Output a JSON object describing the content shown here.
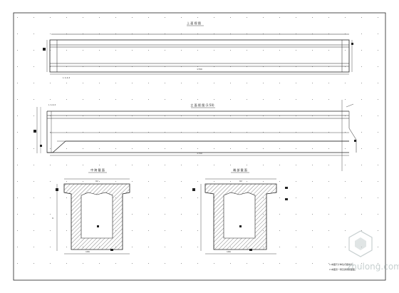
{
  "drawing": {
    "views": {
      "top_view_title": "上 面 视 图",
      "top_view_left_note": "L 1,2,2",
      "top_view_dimension": "1700",
      "elevation_title": "立 面 视 图 (1:50)",
      "elevation_left_note": "L 1,2,2",
      "elevation_dimension": "1700",
      "section_mid_title": "中 跨 截 面",
      "section_end_title": "端 部 截 面",
      "section_mid_top_dim": "62",
      "section_mid_bottom_dim": "166",
      "section_end_top_dim": "62",
      "section_end_bottom_dim": "166"
    },
    "notes": [
      "1.本图尺寸单位以厘米计。",
      "2.本图另一侧见通用断面图。"
    ],
    "watermark": "zhulong.com"
  },
  "colors": {
    "line": "#222222",
    "grid": "#9a9a9a",
    "hatch": "#333333",
    "watermark": "#9aa8aa"
  }
}
